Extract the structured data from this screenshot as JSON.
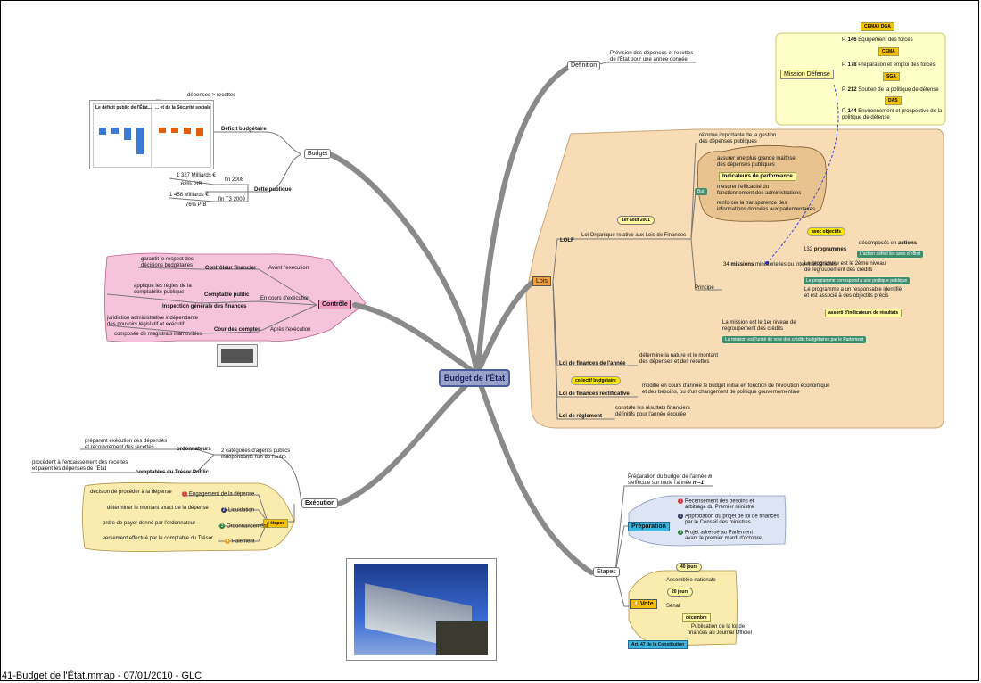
{
  "center": {
    "label": "Budget de l'État"
  },
  "footer": {
    "text": "41-Budget de l'État.mmap - 07/01/2010 - GLC"
  },
  "definition": {
    "label": "Définition",
    "text1": "Prévision des dépenses et recettes",
    "text2": "de l'État pour une année donnée"
  },
  "budget": {
    "label": "Budget",
    "formula": "dépenses > recettes",
    "deficit": "Déficit budgétaire",
    "dette": "Dette publique",
    "d1_value": "1 327 Milliards €",
    "d1_pct": "68% PIB",
    "d1_date": "fin 2008",
    "d2_value": "1 458 Milliards €",
    "d2_pct": "76% PIB",
    "d2_date": "fin T3 2009",
    "chart1_title": "Le déficit public de l'État...",
    "chart2_title": "... et de la Sécurité sociale"
  },
  "controle": {
    "label": "Contrôle",
    "cf": "Contrôleur financier",
    "cf_t1": "garantit le respect des",
    "cf_t2": "décisions budgétaires",
    "cf_when": "Avant l'exécution",
    "cp": "Comptable public",
    "cp_t1": "applique les règles de la",
    "cp_t2": "comptabilité publique",
    "cp_when": "En cours d'exécution",
    "igf": "Inspection générale des finances",
    "cc": "Cour des comptes",
    "cc_t1": "juridiction administrative indépendante",
    "cc_t2": "des pouvoirs législatif et exécutif",
    "cc_t3": "composée de magistrats inamovibles",
    "cc_when": "Après l'exécution"
  },
  "execution": {
    "label": "Exécution",
    "ord": "ordonnateurs",
    "ord_t1": "préparent exécution des dépenses",
    "ord_t2": "et recouvrement des recettes",
    "cpt": "comptables du Trésor Public",
    "cpt_t1": "procèdent à l'encaissement des recettes",
    "cpt_t2": "et paient les dépenses de l'État",
    "agents1": "2 catégories d'agents publics",
    "agents2": "indépendants l'un de l'autre",
    "etapes_badge": "4 étapes",
    "s1": "Engagement de la dépense",
    "s1_t": "décision de procéder à la dépense",
    "s2": "Liquidation",
    "s2_t": "déterminer le montant exact de la dépense",
    "s3": "Ordonnancement",
    "s3_t": "ordre de payer donné par l'ordonnateur",
    "s4": "Paiement",
    "s4_t": "versement effectué par le comptable du Trésor"
  },
  "lois": {
    "label": "Lois",
    "lolf": "LOLF",
    "lolf_t": "Loi Organique relative aux Lois de Finances",
    "lolf_date": "1er août 2001",
    "reforme1": "réforme importante de la gestion",
    "reforme2": "des dépenses publiques",
    "but": "But",
    "b1_1": "assurer une plus grande maîtrise",
    "b1_2": "des dépenses publiques",
    "indic": "Indicateurs de performance",
    "b2_1": "mesurer l'efficacité du",
    "b2_2": "fonctionnement des administrations",
    "b3_1": "renforcer la transparence des",
    "b3_2": "informations données aux parlementaires",
    "principe": "Principe",
    "missions_n": "34",
    "missions": "missions",
    "missions_t": "ministérielles ou interministérielles",
    "prog_n": "132",
    "programmes": "programmes",
    "avec_obj": "avec objectifs",
    "decomp": "décomposés en",
    "actions": "actions",
    "action_def": "L'action définit les axes d'effort",
    "p1_1": "Le programme est le 2ème niveau",
    "p1_2": "de regroupement des crédits",
    "p2": "Le programme correspond à une politique publique",
    "p3_1": "Le programme a un responsable identifié",
    "p3_2": "et est associé à des objectifs précis",
    "assorti": "assorti d'indicateurs de résultats",
    "m1_1": "La mission est le 1er niveau de",
    "m1_2": "regroupement des crédits",
    "m2": "La mission est l'unité de vote des crédits budgétaires par le Parlement",
    "lfa": "Loi de finances de l'année",
    "lfa_1": "détermine la nature et le montant",
    "lfa_2": "des dépenses et des recettes",
    "lfr": "Loi de finances rectificative",
    "lfr_badge": "collectif budgétaire",
    "lfr_1": "modifie en cours d'année le budget initial en fonction de l'évolution économique",
    "lfr_2": "et des besoins, ou d'un changement de politique gouvernementale",
    "lr": "Loi de règlement",
    "lr_1": "constate les résultats financiers",
    "lr_2": "définitifs pour l'année écoulée"
  },
  "defense": {
    "label": "Mission Défense",
    "c1": "CEMA / DGA",
    "p146_n": "146",
    "p146": "Équipement des forces",
    "c2": "CEMA",
    "p178_n": "178",
    "p178": "Préparation et emploi des forces",
    "c3": "SGA",
    "p212_n": "212",
    "p212": "Soutien de la politique de défense",
    "c4": "DAS",
    "p144_n": "144",
    "p144_1": "Environnement et prospective de la",
    "p144_2": "politique de défense",
    "p_prefix": "P."
  },
  "etapes": {
    "label": "Étapes",
    "prep_t1": "Préparation du budget de l'année",
    "prep_n": "n",
    "prep_t2": "s'effectue sur toute l'année",
    "prep_n1": "n –1",
    "preparation": "Préparation",
    "e1_1": "Recensement des besoins et",
    "e1_2": "arbitrage du Premier ministre",
    "e2_1": "Approbation du projet de loi de finances",
    "e2_2": "par le Conseil des ministres",
    "e3_1": "Projet adressé au Parlement",
    "e3_2": "avant le premier mardi d'octobre",
    "vote": "Vote",
    "jours40": "40 jours",
    "an": "Assemblée nationale",
    "jours20": "20 jours",
    "senat": "Sénat",
    "decembre": "décembre",
    "pub1": "Publication de la loi de",
    "pub2": "finances au Journal Officiel",
    "art47": "Art. 47 de la Constitution"
  },
  "colors": {
    "pink": "#f6c3dc",
    "orange_zone": "#f7dcb6",
    "yellow_zone": "#ffffc8",
    "blue_zone": "#dde4f4",
    "branch": "#8a8a8a",
    "green": "#3e8e6e"
  }
}
